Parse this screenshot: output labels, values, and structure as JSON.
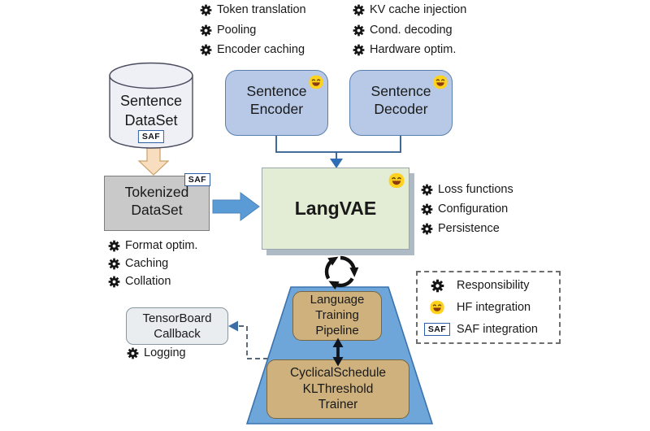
{
  "encoder_features": [
    "Token translation",
    "Pooling",
    "Encoder caching"
  ],
  "decoder_features": [
    "KV cache injection",
    "Cond. decoding",
    "Hardware optim."
  ],
  "langvae_features": [
    "Loss functions",
    "Configuration",
    "Persistence"
  ],
  "dataset_features": [
    "Format optim.",
    "Caching",
    "Collation"
  ],
  "callback_features": [
    "Logging"
  ],
  "nodes": {
    "sentence_dataset": {
      "label": "Sentence\nDataSet",
      "badge": "SAF"
    },
    "sentence_encoder": {
      "label": "Sentence\nEncoder"
    },
    "sentence_decoder": {
      "label": "Sentence\nDecoder"
    },
    "tokenized_dataset": {
      "label": "Tokenized\nDataSet",
      "badge": "SAF"
    },
    "langvae": {
      "label": "LangVAE"
    },
    "training_pipeline": {
      "label": "Language\nTraining\nPipeline"
    },
    "trainer": {
      "label": "CyclicalSchedule\nKLThreshold\nTrainer"
    },
    "tensorboard_callback": {
      "label": "TensorBoard\nCallback"
    }
  },
  "legend": {
    "responsibility": "Responsibility",
    "hf": "HF integration",
    "saf": "SAF integration",
    "saf_badge": "SAF"
  },
  "colors": {
    "box_blue": "#b7c9e6",
    "box_green": "#e3ecd4",
    "box_gray": "#c9c9c9",
    "box_tan": "#cfb17e",
    "trapezoid_blue": "#6ea6da",
    "arrow_blue": "#5b9bd5",
    "arrow_peach": "#f8ddbe",
    "hf_yellow": "#ffd21e",
    "connector_blue": "#2a5a8e"
  }
}
